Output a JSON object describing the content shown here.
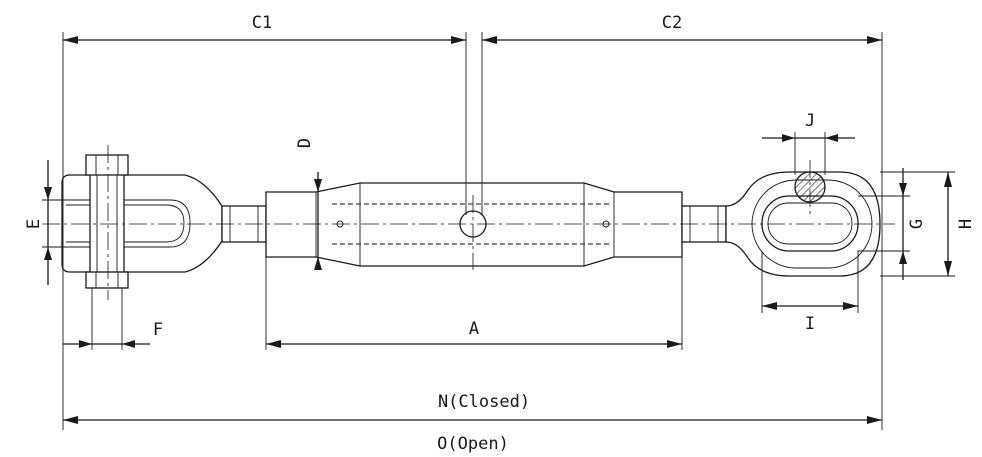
{
  "labels": {
    "c1": "C1",
    "c2": "C2",
    "d": "D",
    "e": "E",
    "f": "F",
    "a": "A",
    "j": "J",
    "g": "G",
    "h": "H",
    "i": "I",
    "n": "N(Closed)",
    "o": "O(Open)"
  }
}
